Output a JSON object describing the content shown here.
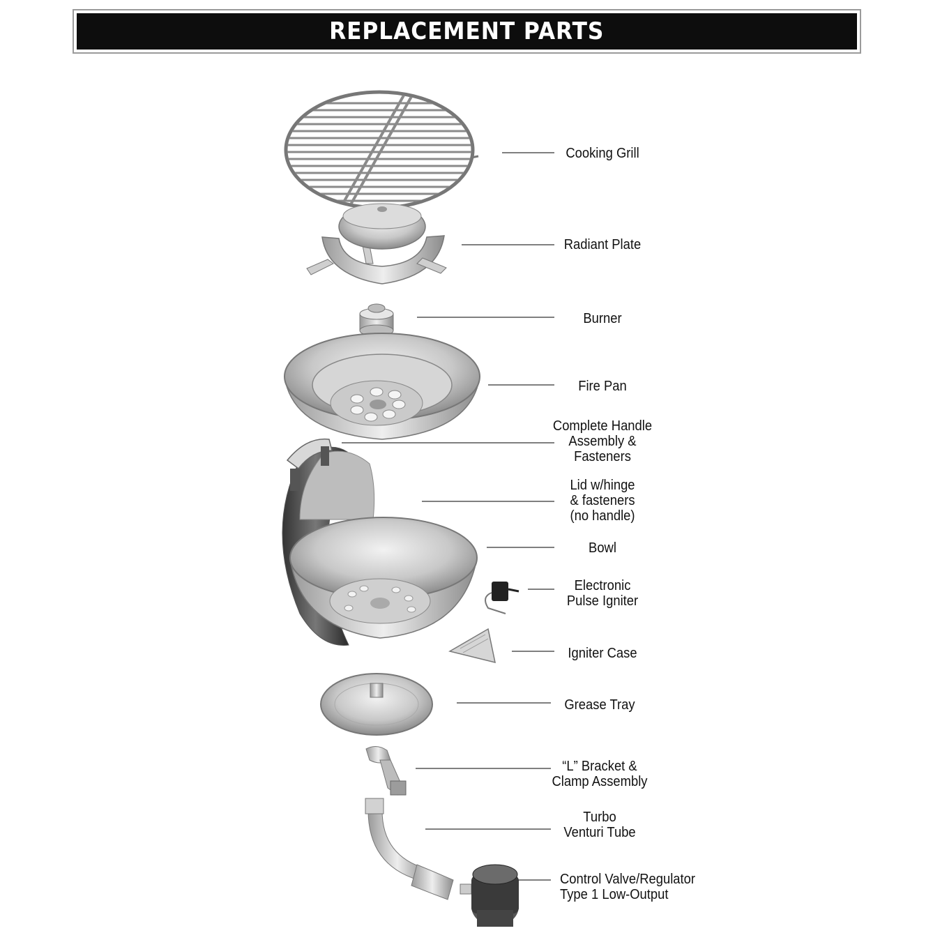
{
  "header": {
    "title": "REPLACEMENT PARTS"
  },
  "parts": [
    {
      "id": "cooking-grill",
      "label": "Cooking Grill"
    },
    {
      "id": "radiant-plate",
      "label": "Radiant Plate"
    },
    {
      "id": "burner",
      "label": "Burner"
    },
    {
      "id": "fire-pan",
      "label": "Fire Pan"
    },
    {
      "id": "handle-assembly",
      "label": "Complete Handle\nAssembly &\nFasteners"
    },
    {
      "id": "lid",
      "label": "Lid w/hinge\n& fasteners\n(no handle)"
    },
    {
      "id": "bowl",
      "label": "Bowl"
    },
    {
      "id": "pulse-igniter",
      "label": "Electronic\nPulse Igniter"
    },
    {
      "id": "igniter-case",
      "label": "Igniter Case"
    },
    {
      "id": "grease-tray",
      "label": "Grease Tray"
    },
    {
      "id": "l-bracket",
      "label": "“L” Bracket &\nClamp Assembly"
    },
    {
      "id": "venturi-tube",
      "label": "Turbo\nVenturi Tube"
    },
    {
      "id": "control-valve",
      "label": "Control Valve/Regulator\nType 1 Low-Output"
    }
  ]
}
